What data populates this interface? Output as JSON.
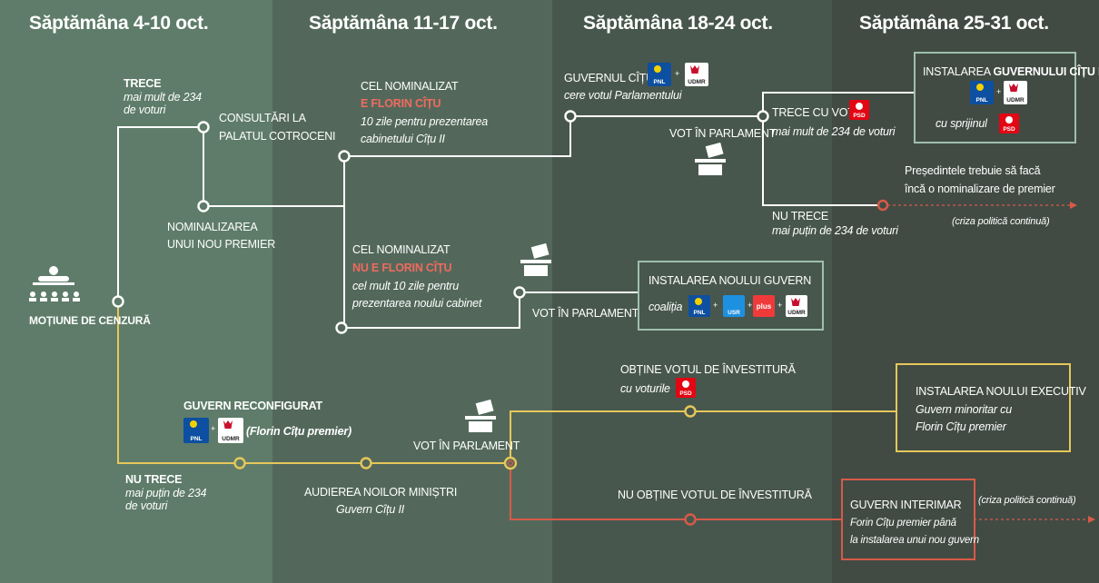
{
  "weeks": [
    "Săptămâna 4-10 oct.",
    "Săptămâna 11-17 oct.",
    "Săptămâna 18-24 oct.",
    "Săptămâna 25-31 oct."
  ],
  "motion": {
    "label": "MOȚIUNE DE CENZURĂ"
  },
  "upper": {
    "trece": "TRECE",
    "trece_sub": [
      "mai mult de 234",
      "de voturi"
    ],
    "consultari": [
      "CONSULTĂRI LA",
      "PALATUL COTROCENI"
    ],
    "nominalizare": [
      "NOMINALIZAREA",
      "UNUI NOU PREMIER"
    ],
    "nominalizat_citu": {
      "l1": "CEL NOMINALIZAT",
      "l2": "E FLORIN CÎȚU",
      "l3": "10 zile pentru prezentarea",
      "l4": "cabinetului Cîțu II"
    },
    "nominalizat_alt": {
      "l1": "CEL NOMINALIZAT",
      "l2": "NU E FLORIN CÎȚU",
      "l3": "cel mult 10 zile pentru",
      "l4": "prezentarea noului cabinet"
    },
    "guvern_citu2": "GUVERNUL CÎȚU II",
    "cere_vot": "cere votul Parlamentului",
    "vot_parlament_1": "VOT ÎN PARLAMENT",
    "vot_parlament_2": "VOT ÎN PARLAMENT",
    "trece_vot": "TRECE CU VOTUL",
    "trece_vot_sub": "mai mult de 234 de voturi",
    "nu_trece": "NU TRECE",
    "nu_trece_sub": "mai puțin de 234 de voturi",
    "presedinte": [
      "Președintele trebuie să facă",
      "încă o nominalizare de premier"
    ],
    "criza1": "(criza politică continuă)",
    "instalare_citu": {
      "prefix": "INSTALAREA",
      "bold": "GUVERNULUI  CÎȚU II",
      "sprijin": "cu sprijinul"
    },
    "instalare_nou": {
      "title": "INSTALAREA NOULUI GUVERN",
      "coalitia": "coaliția"
    }
  },
  "lower": {
    "reconfigurat": "GUVERN RECONFIGURAT",
    "citu_premier": "(Florin Cîțu premier)",
    "nu_trece": "NU TRECE",
    "nu_trece_sub": [
      "mai puțin de 234",
      "de voturi"
    ],
    "audiere": [
      "AUDIEREA NOILOR MINIȘTRI",
      "Guvern Cîțu II"
    ],
    "vot_parlament": "VOT ÎN PARLAMENT",
    "obtine": "OBȚINE VOTUL DE ÎNVESTITURĂ",
    "cu_voturile": "cu voturile",
    "nu_obtine": "NU OBȚINE VOTUL DE ÎNVESTITURĂ",
    "executiv": [
      "INSTALAREA NOULUI EXECUTIV",
      "Guvern minoritar cu",
      "Florin Cîțu premier"
    ],
    "interimar": [
      "GUVERN INTERIMAR",
      "Forin Cîțu premier până",
      "la instalarea unui nou guvern"
    ],
    "criza2": "(criza politică continuă)"
  },
  "parties": {
    "pnl": "PNL",
    "udmr": "UDMR",
    "psd": "PSD",
    "usr": "USR",
    "plus": "plus",
    "plus_sign": "+"
  },
  "colors": {
    "white_line": "#ffffff",
    "yellow_line": "#e6c75a",
    "red_line": "#d85a48",
    "psd_red": "#e30613",
    "pnl_blue": "#0d4fa0",
    "usr_blue": "#1e90e0"
  }
}
